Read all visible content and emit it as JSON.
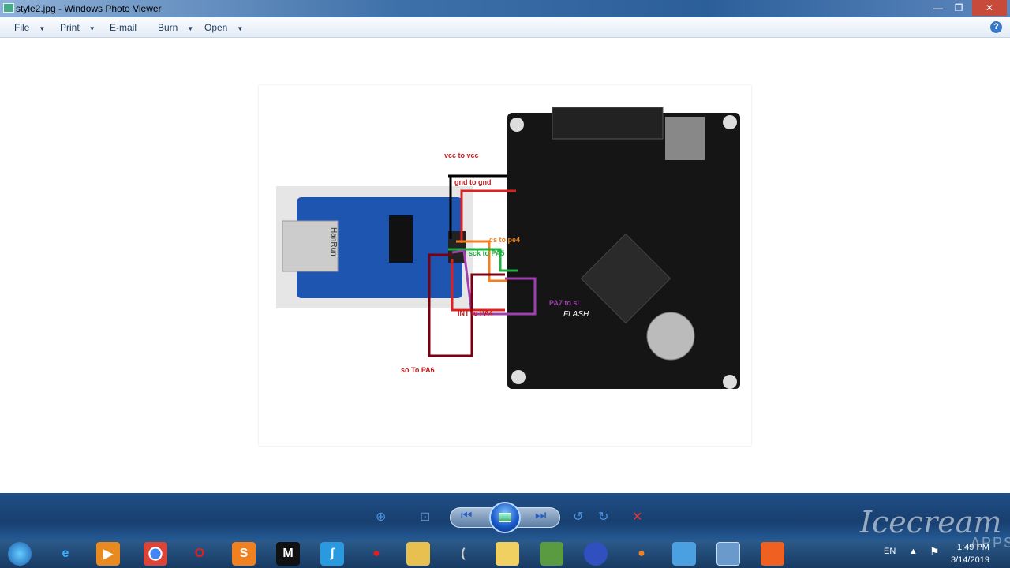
{
  "window": {
    "title": "style2.jpg - Windows Photo Viewer",
    "minimize": "—",
    "maximize": "❐",
    "close": "✕"
  },
  "menu": {
    "file": "File",
    "print": "Print",
    "email": "E-mail",
    "burn": "Burn",
    "open": "Open",
    "help": "?"
  },
  "photo": {
    "labels": {
      "vcc": "vcc to vcc",
      "gnd": "gnd to gnd",
      "cs": "cs to pe4",
      "sck": "sck to PA5",
      "int": "INT to PA4",
      "si": "PA7 to si",
      "so": "so To PA6"
    },
    "module_text": "HanRun",
    "board_text": "FLASH"
  },
  "controls": {
    "zoom": "⊕",
    "fit": "⊡",
    "prev": "⏮",
    "next": "⏭",
    "rotate_ccw": "↺",
    "rotate_cw": "↻",
    "delete": "✕"
  },
  "taskbar": {
    "lang": "EN",
    "time": "1:49 PM",
    "date": "3/14/2019"
  },
  "watermark": {
    "brand": "Icecream",
    "sub": "APPS"
  }
}
